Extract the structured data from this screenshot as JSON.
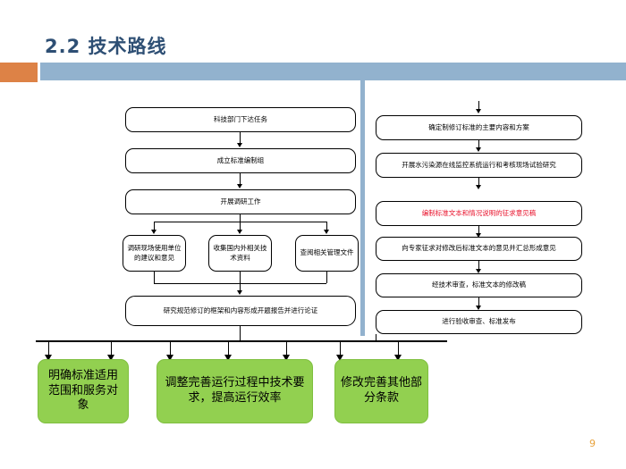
{
  "slide": {
    "title": "2.2  技术路线",
    "page_number": "9",
    "colors": {
      "title": "#2E4F74",
      "accent_orange": "#DD8246",
      "accent_blue": "#92B2CE",
      "result_green": "#92D050",
      "highlight_red": "#E8102A",
      "page_number": "#E8A33D"
    }
  },
  "left_flow": {
    "steps": [
      {
        "id": "task",
        "text": "科技部门下达任务"
      },
      {
        "id": "group",
        "text": "成立标准编制组"
      },
      {
        "id": "research",
        "text": "开展调研工作"
      }
    ],
    "parallel": [
      {
        "id": "field-survey",
        "text": "调研现场使用单位的建议和意见"
      },
      {
        "id": "collect-data",
        "text": "收集国内外相关技术资料"
      },
      {
        "id": "review-docs",
        "text": "查阅相关管理文件"
      }
    ],
    "summary": {
      "id": "framework",
      "text": "研究规范修订的框架和内容形成开题报告并进行论证"
    }
  },
  "right_flow": {
    "steps": [
      {
        "id": "define-scope",
        "text": "确定制修订标准的主要内容和方案",
        "highlight": false
      },
      {
        "id": "field-trial",
        "text": "开展水污染源在线监控系统运行和考核现场试验研究",
        "highlight": false
      },
      {
        "id": "draft-text",
        "text": "编制标准文本和情况说明的征求意见稿",
        "highlight": true
      },
      {
        "id": "expert-opinion",
        "text": "向专家征求对修改后标准文本的意见并汇总形成意见",
        "highlight": false
      },
      {
        "id": "tech-review",
        "text": "经技术审查，标准文本的修改稿",
        "highlight": false
      },
      {
        "id": "acceptance",
        "text": "进行验收审查、标准发布",
        "highlight": false
      }
    ]
  },
  "results": [
    {
      "id": "scope",
      "text": "明确标准适用范围和服务对象"
    },
    {
      "id": "efficiency",
      "text": "调整完善运行过程中技术要求，提高运行效率"
    },
    {
      "id": "clauses",
      "text": "修改完善其他部分条款"
    }
  ]
}
